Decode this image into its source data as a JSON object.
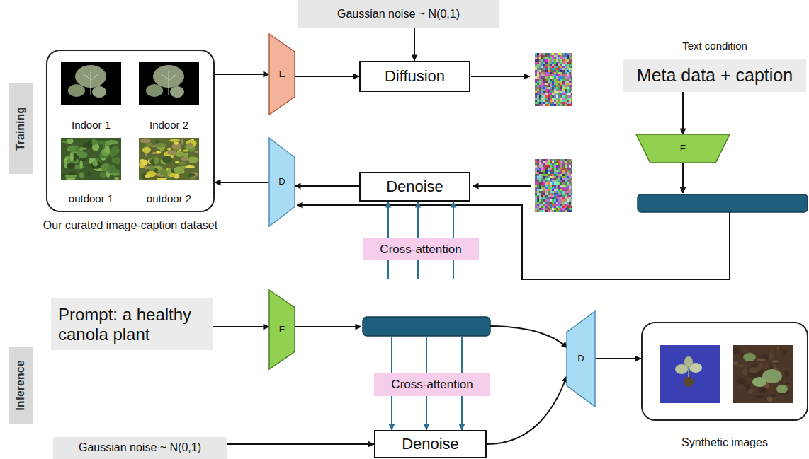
{
  "diagram": {
    "nodes": [
      {
        "text": [
          "Training"
        ]
      },
      {
        "text": [
          "Indoor 1",
          "Indoor 2",
          "outdoor 1",
          "outdoor 2",
          "Our curated image-caption dataset"
        ]
      },
      {
        "text": [
          "E"
        ]
      },
      {
        "text": [
          "Gaussian noise ~ N(0,1)"
        ]
      },
      {
        "text": [
          "Diffusion"
        ]
      },
      {
        "text": [
          "Text condition",
          "Meta data + caption"
        ]
      },
      {
        "text": [
          "E"
        ]
      },
      {
        "text": [
          "D"
        ]
      },
      {
        "text": [
          "Denoise"
        ]
      },
      {
        "text": [
          "Cross-attention"
        ]
      },
      {
        "text": [
          "Inference"
        ]
      },
      {
        "text": [
          "Prompt: a healthy canola plant"
        ]
      },
      {
        "text": [
          "E"
        ]
      },
      {
        "text": [
          "Cross-attention"
        ]
      },
      {
        "text": [
          "Gaussian noise ~ N(0,1)"
        ]
      },
      {
        "text": [
          "Denoise"
        ]
      },
      {
        "text": [
          "D"
        ]
      },
      {
        "text": [
          "Synthetic images"
        ]
      }
    ],
    "edges": [
      {
        "from": 1,
        "to": 2,
        "arrow": "to"
      },
      {
        "from": 2,
        "to": 4,
        "arrow": "to"
      },
      {
        "from": 3,
        "to": 4,
        "arrow": "to"
      },
      {
        "from": 5,
        "to": 6,
        "arrow": "to"
      },
      {
        "from": 8,
        "to": 7,
        "arrow": "to"
      },
      {
        "from": 7,
        "to": 1,
        "arrow": "to"
      },
      {
        "from": 9,
        "to": 8,
        "arrow": "to"
      },
      {
        "from": 11,
        "to": 12,
        "arrow": "to"
      },
      {
        "from": 13,
        "to": 15,
        "arrow": "to"
      },
      {
        "from": 14,
        "to": 15,
        "arrow": "to"
      },
      {
        "from": 15,
        "to": 16,
        "arrow": "to"
      },
      {
        "from": 16,
        "to": 17,
        "arrow": "to"
      }
    ]
  }
}
